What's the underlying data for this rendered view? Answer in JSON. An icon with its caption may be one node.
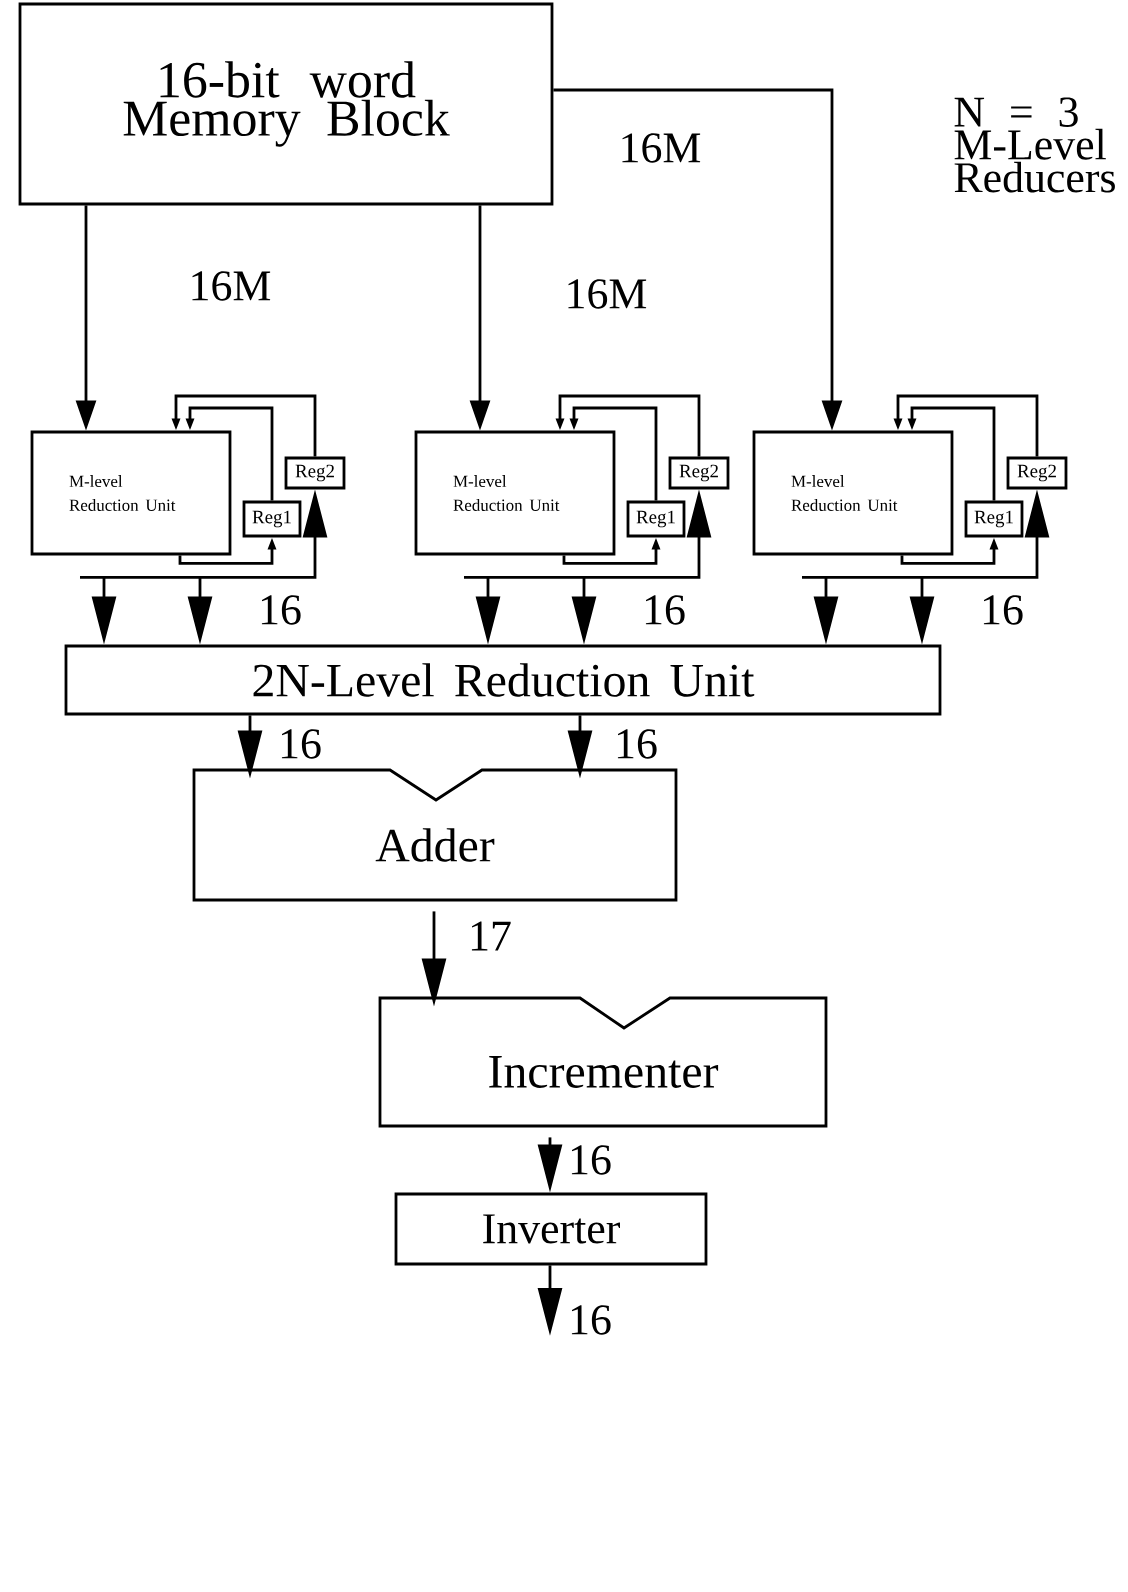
{
  "diagram": {
    "nodes": [
      {
        "text": [
          "16-bit word Memory Block"
        ]
      },
      {
        "text": [
          "M-level Reduction Unit"
        ]
      },
      {
        "text": [
          "Reg2"
        ]
      },
      {
        "text": [
          "Reg1"
        ]
      },
      {
        "text": [
          "M-level Reduction Unit"
        ]
      },
      {
        "text": [
          "Reg2"
        ]
      },
      {
        "text": [
          "Reg1"
        ]
      },
      {
        "text": [
          "M-level Reduction Unit"
        ]
      },
      {
        "text": [
          "Reg2"
        ]
      },
      {
        "text": [
          "Reg1"
        ]
      },
      {
        "text": [
          "2N-Level Reduction Unit"
        ]
      },
      {
        "text": [
          "Adder"
        ]
      },
      {
        "text": [
          "Incrementer"
        ]
      },
      {
        "text": [
          "Inverter"
        ]
      }
    ],
    "edges": [
      {
        "from": 0,
        "to": 1,
        "arrow": "to",
        "label": "16M"
      },
      {
        "from": 0,
        "to": 4,
        "arrow": "to",
        "label": "16M"
      },
      {
        "from": 0,
        "to": 7,
        "arrow": "to",
        "label": "16M"
      },
      {
        "from": 1,
        "to": 3,
        "arrow": "to"
      },
      {
        "from": 3,
        "to": 1,
        "arrow": "to"
      },
      {
        "from": 2,
        "to": 1,
        "arrow": "to"
      },
      {
        "from": 1,
        "to": 2,
        "arrow": "to"
      },
      {
        "from": 1,
        "to": 10,
        "arrow": "to"
      },
      {
        "from": 1,
        "to": 10,
        "arrow": "to",
        "label": "16"
      },
      {
        "from": 4,
        "to": 6,
        "arrow": "to"
      },
      {
        "from": 6,
        "to": 4,
        "arrow": "to"
      },
      {
        "from": 5,
        "to": 4,
        "arrow": "to"
      },
      {
        "from": 4,
        "to": 5,
        "arrow": "to"
      },
      {
        "from": 4,
        "to": 10,
        "arrow": "to"
      },
      {
        "from": 4,
        "to": 10,
        "arrow": "to",
        "label": "16"
      },
      {
        "from": 7,
        "to": 9,
        "arrow": "to"
      },
      {
        "from": 9,
        "to": 7,
        "arrow": "to"
      },
      {
        "from": 8,
        "to": 7,
        "arrow": "to"
      },
      {
        "from": 7,
        "to": 8,
        "arrow": "to"
      },
      {
        "from": 7,
        "to": 10,
        "arrow": "to"
      },
      {
        "from": 7,
        "to": 10,
        "arrow": "to",
        "label": "16"
      },
      {
        "from": 10,
        "to": 11,
        "arrow": "to",
        "label": "16"
      },
      {
        "from": 10,
        "to": 11,
        "arrow": "to",
        "label": "16"
      },
      {
        "from": 11,
        "to": 12,
        "arrow": "to",
        "label": "17"
      },
      {
        "from": 12,
        "to": 13,
        "arrow": "to",
        "label": "16"
      },
      {
        "from": 13,
        "to": null,
        "arrow": "to",
        "label": "16"
      }
    ],
    "labels": [
      "N = 3 M-Level Reducers"
    ]
  }
}
